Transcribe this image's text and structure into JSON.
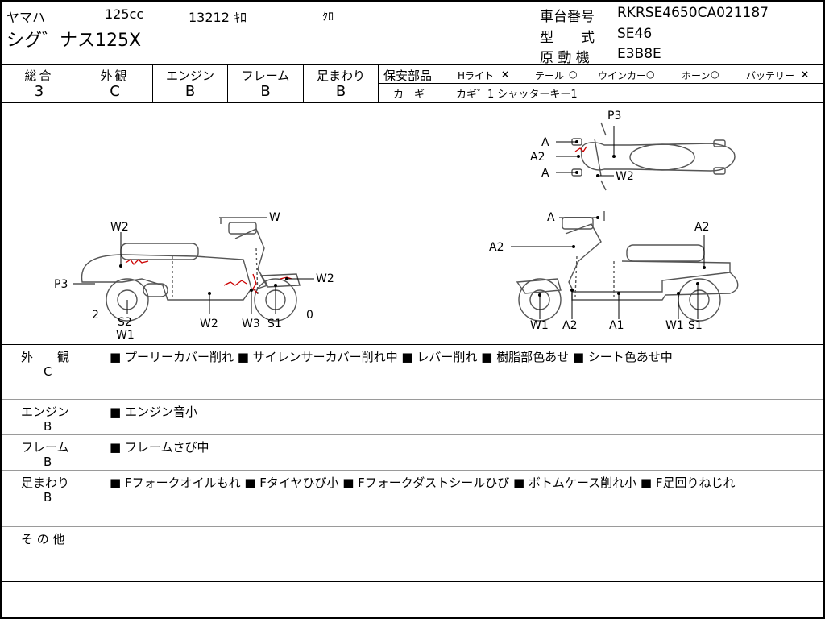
{
  "header": {
    "maker": "ヤマハ",
    "displacement": "125cc",
    "mileage": "13212 ｷﾛ",
    "color": "ｸﾛ",
    "model": "シグ゛ナス125X",
    "chassis_label": "車台番号",
    "chassis_value": "RKRSE4650CA021187",
    "type_label": "型　　式",
    "type_value": "SE46",
    "engine_label": "原 動 機",
    "engine_value": "E3B8E"
  },
  "grades": [
    {
      "label": "総合",
      "value": "3"
    },
    {
      "label": "外観",
      "value": "C"
    },
    {
      "label": "エンジン",
      "value": "B"
    },
    {
      "label": "フレーム",
      "value": "B"
    },
    {
      "label": "足まわり",
      "value": "B"
    }
  ],
  "safety": {
    "title": "保安部品",
    "headlight": "Hライト",
    "headlight_mark": "×",
    "tail": "テール",
    "tail_mark": "○",
    "winker": "ウインカー",
    "winker_mark": "○",
    "horn": "ホーン",
    "horn_mark": "○",
    "battery": "バッテリー",
    "battery_mark": "×",
    "key_label": "カ　ギ",
    "key_value": "カギ゛1 シャッターキー1"
  },
  "diagram": {
    "left": {
      "w_handle": "W",
      "w2_seat": "W2",
      "p3": "P3",
      "w2_front": "W2",
      "num2": "2",
      "num0": "0",
      "s2": "S2",
      "w1": "W1",
      "w2_floor": "W2",
      "w3": "W3",
      "s1": "S1"
    },
    "top": {
      "p3": "P3",
      "a1": "A",
      "a2": "A2",
      "a3": "A",
      "w2": "W2"
    },
    "right": {
      "a_handle": "A",
      "a2_front": "A2",
      "a2_rear": "A2",
      "w1_front": "W1",
      "a2_bottom": "A2",
      "a1": "A1",
      "w1_rear": "W1",
      "s1": "S1"
    }
  },
  "sections": {
    "exterior": {
      "label": "外　　観",
      "grade": "C",
      "text": "■ プーリーカバー削れ ■ サイレンサーカバー削れ中 ■ レバー削れ ■ 樹脂部色あせ ■ シート色あせ中"
    },
    "engine": {
      "label": "エンジン",
      "grade": "B",
      "text": "■ エンジン音小"
    },
    "frame": {
      "label": "フレーム",
      "grade": "B",
      "text": "■ フレームさび中"
    },
    "suspension": {
      "label": "足まわり",
      "grade": "B",
      "text": "■ Fフォークオイルもれ ■ Fタイヤひび小 ■ Fフォークダストシールひび ■ ボトムケース削れ小 ■ F足回りねじれ"
    },
    "other": {
      "label": "そ の 他",
      "text": ""
    }
  }
}
